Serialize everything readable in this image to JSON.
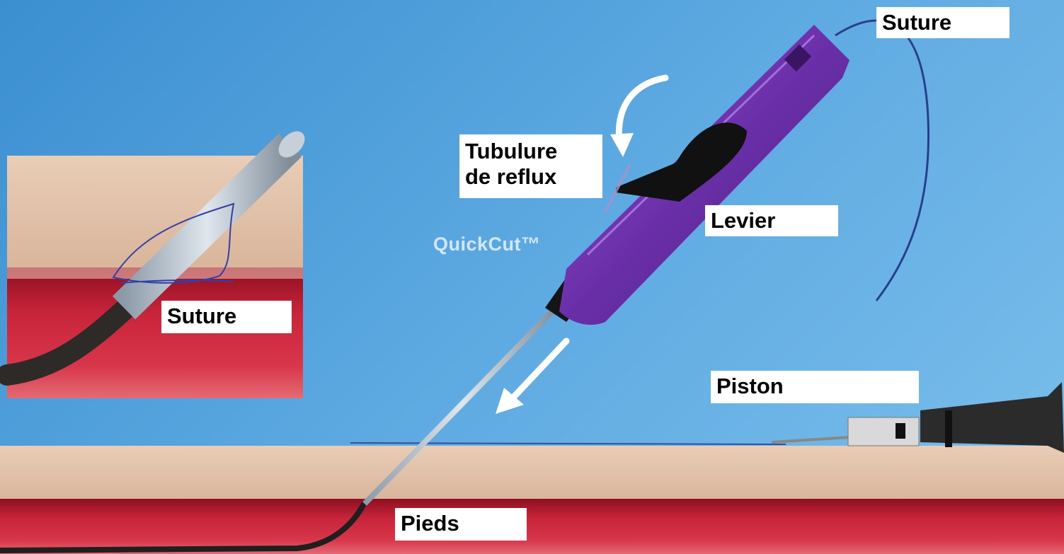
{
  "labels": {
    "suture_top": "Suture",
    "tubulure": "Tubulure\nde reflux",
    "levier": "Levier",
    "suture_inset": "Suture",
    "piston": "Piston",
    "pieds": "Pieds"
  },
  "brand": "QuickCut™",
  "colors": {
    "background_blue": "#4a9bd8",
    "tissue": "#dcb9a0",
    "vessel": "#b2152c",
    "device_body": "#6a2fa8",
    "suture_thread": "#2a3f8c",
    "arrow": "#ffffff",
    "label_background": "#ffffff"
  },
  "icons": [
    "curved-arrow-icon",
    "straight-arrow-icon"
  ]
}
